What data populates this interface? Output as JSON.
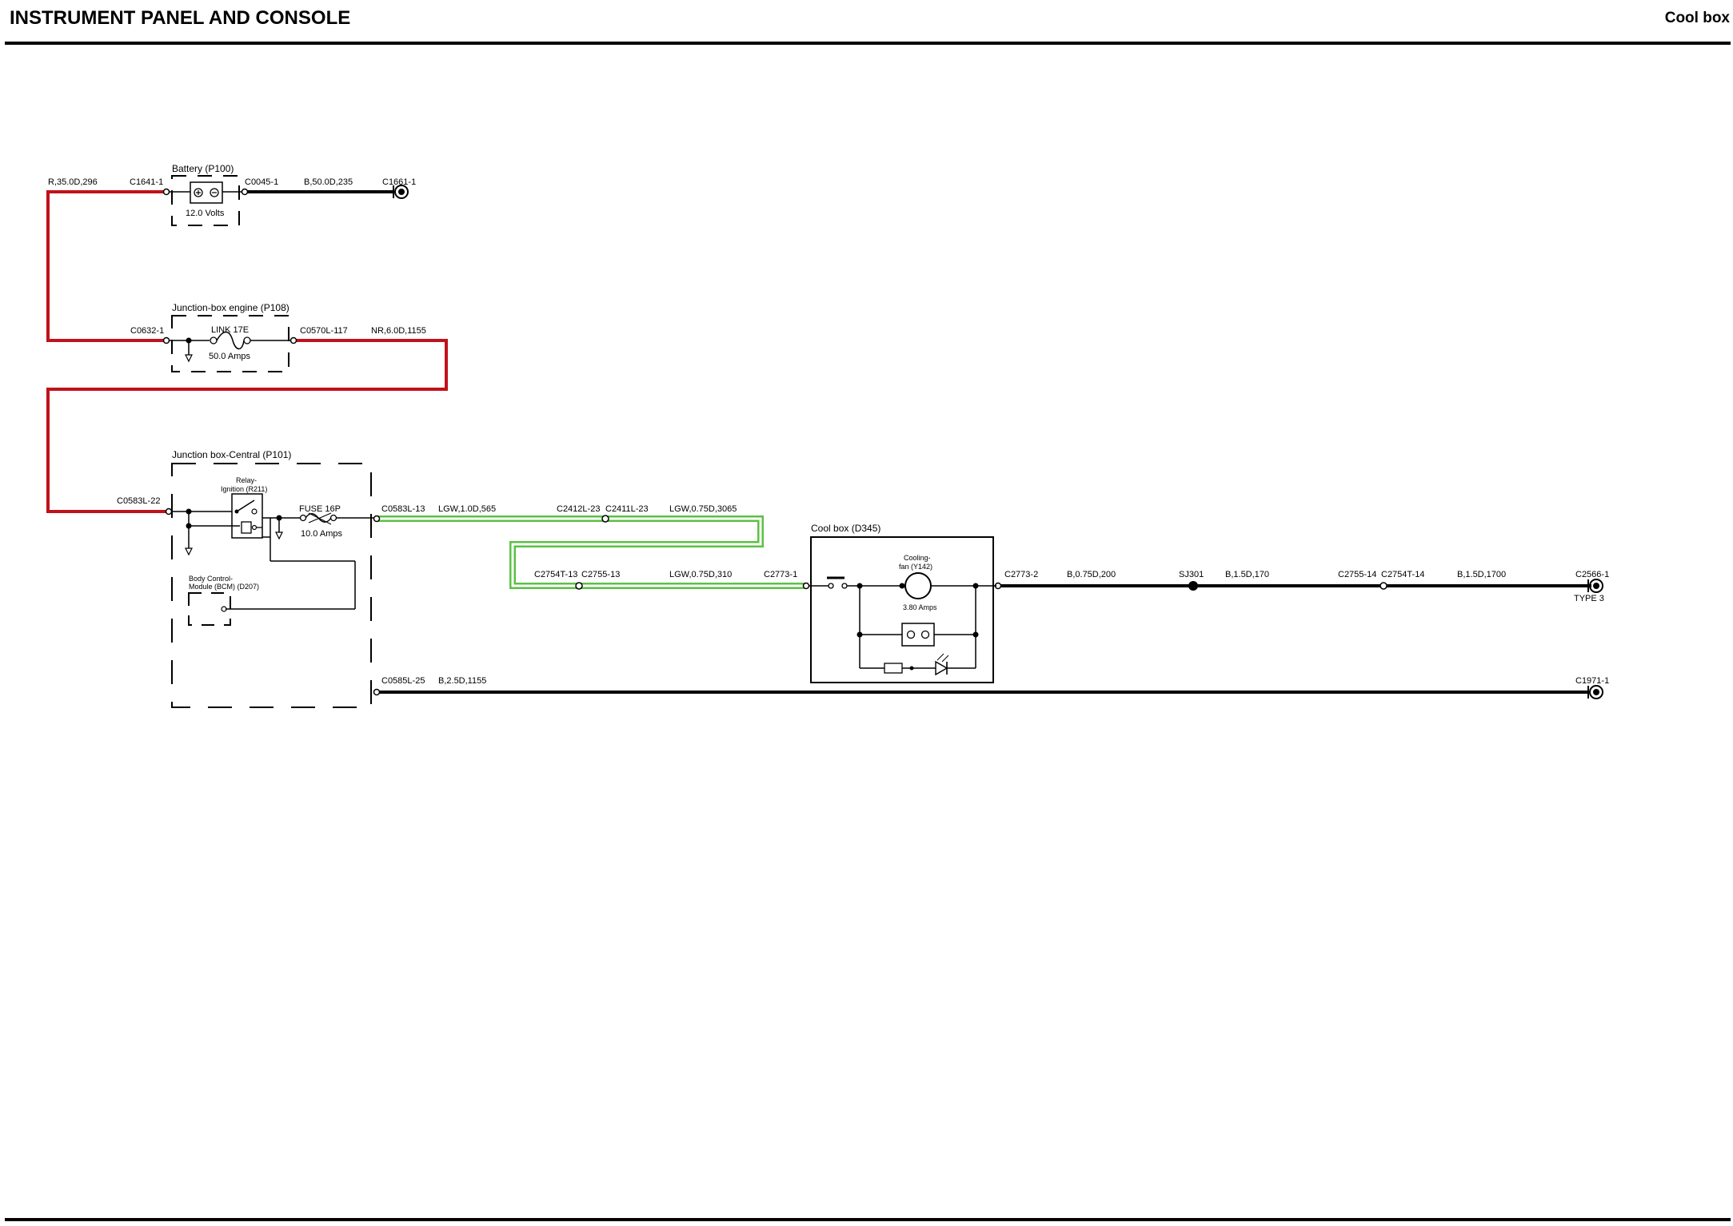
{
  "header": {
    "title": "INSTRUMENT PANEL AND CONSOLE",
    "subtitle": "Cool box"
  },
  "colors": {
    "red_wire": "#c0121a",
    "green_wire": "#5cc046",
    "black_wire": "#000000"
  },
  "components": {
    "battery": {
      "name": "Battery (P100)",
      "voltage": "12.0 Volts"
    },
    "jb_engine": {
      "name": "Junction-box engine (P108)",
      "link": "LINK 17E",
      "rating": "50.0 Amps"
    },
    "jb_central": {
      "name": "Junction box-Central (P101)",
      "relay": "Relay-",
      "relay2": "Ignition (R211)",
      "fuse": "FUSE 16P",
      "fuse_rating": "10.0 Amps",
      "bcm1": "Body Control-",
      "bcm2": "Module (BCM) (D207)"
    },
    "coolbox": {
      "name": "Cool box (D345)",
      "fan1": "Cooling-",
      "fan2": "fan (Y142)",
      "fan_rating": "3.80 Amps"
    }
  },
  "connectors": {
    "c1641": "C1641-1",
    "c0045": "C0045-1",
    "c1661": "C1661-1",
    "c0632": "C0632-1",
    "c0570": "C0570L-117",
    "c0583_22": "C0583L-22",
    "c0583_13": "C0583L-13",
    "c2412": "C2412L-23",
    "c2411": "C2411L-23",
    "c2754_13": "C2754T-13",
    "c2755_13": "C2755-13",
    "c2773_1": "C2773-1",
    "c2773_2": "C2773-2",
    "sj301": "SJ301",
    "c2755_14": "C2755-14",
    "c2754_14": "C2754T-14",
    "c2566": "C2566-1",
    "type3": "TYPE 3",
    "c0585": "C0585L-25",
    "c1971": "C1971-1"
  },
  "wires": {
    "w1": "R,35.0D,296",
    "w2": "B,50.0D,235",
    "w3": "NR,6.0D,1155",
    "w4": "LGW,1.0D,565",
    "w5": "LGW,0.75D,3065",
    "w6": "LGW,0.75D,310",
    "w7": "B,0.75D,200",
    "w8": "B,1.5D,170",
    "w9": "B,1.5D,1700",
    "w10": "B,2.5D,1155"
  }
}
